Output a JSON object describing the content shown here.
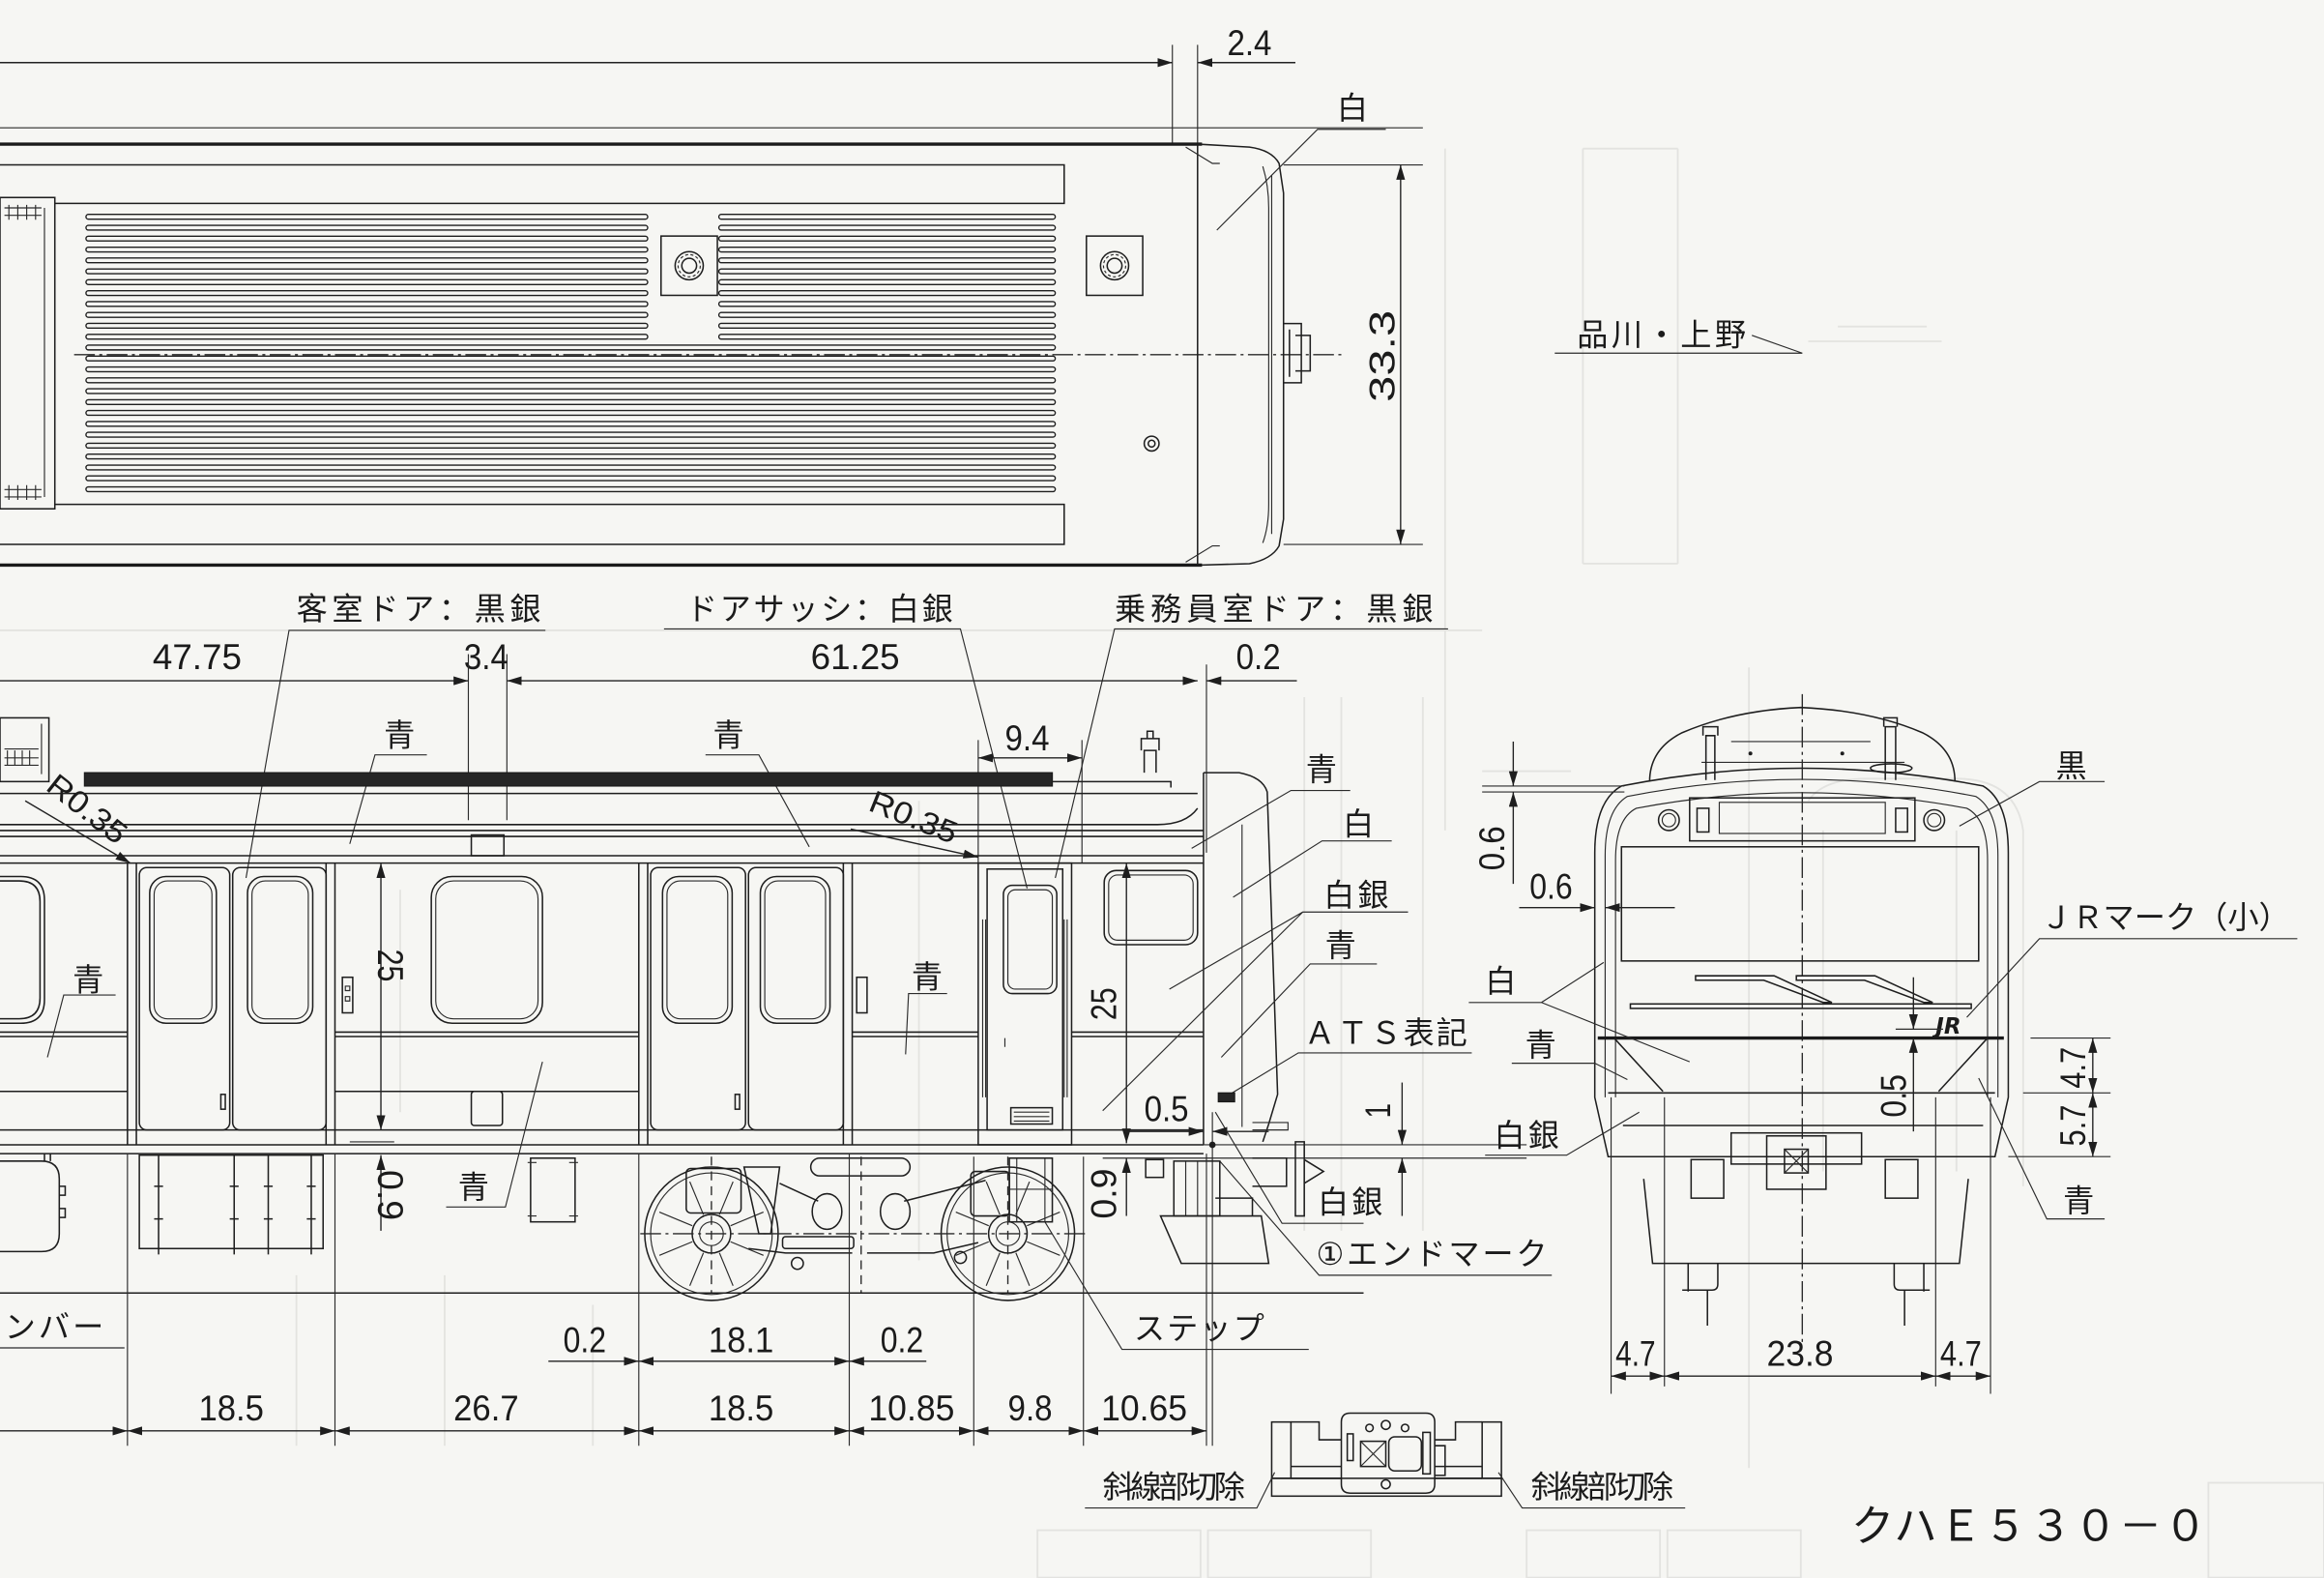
{
  "drawing": {
    "title": "クハＥ５３０－０"
  },
  "plan_view": {
    "dim_nose_step": "2.4",
    "dim_roof_width": "33.3",
    "label_nose_color": "白",
    "destination_sign": "品川・上野"
  },
  "side_view": {
    "callouts": {
      "passenger_door": "客室ドア：黒銀",
      "door_sash": "ドアサッシ：白銀",
      "crew_door": "乗務員室ドア：黒銀"
    },
    "top_dims": {
      "to_door": "47.75",
      "door_gap": "3.4",
      "to_end": "61.25",
      "end_offset": "0.2",
      "crew_door_width": "9.4"
    },
    "radius_left": "R0.35",
    "radius_right": "R0.35",
    "colors": {
      "roof_left": "青",
      "roof_mid": "青",
      "panel_left": "青",
      "panel_mid": "青",
      "underfloor": "青",
      "cab_top": "青",
      "cab_white": "白",
      "cab_silver": "白銀",
      "cab_blue": "青",
      "coupler_silver": "白銀"
    },
    "notes": {
      "ats": "ＡＴＳ表記",
      "end_mark": "①エンドマーク",
      "step": "ステップ",
      "bumper_partial": "ンバー"
    },
    "vertical_dims": {
      "body_height_left": "25",
      "underframe_left": "0.9",
      "body_height_front": "25",
      "underframe_front": "0.9",
      "coupler_offset": "0.5",
      "coupler_height": "1"
    },
    "bottom_dims_row1": [
      "0.2",
      "18.1",
      "0.2"
    ],
    "bottom_dims_row2": [
      "18.5",
      "26.7",
      "18.5",
      "10.85",
      "9.8",
      "10.65"
    ]
  },
  "front_view": {
    "dims": {
      "roof_step": "0.6",
      "side_inset": "0.6",
      "band_offset": "0.5",
      "band_upper": "4.7",
      "band_lower": "5.7",
      "width_left": "4.7",
      "width_center": "23.8",
      "width_right": "4.7"
    },
    "labels": {
      "black": "黒",
      "jr_mark": "ＪＲマーク（小）",
      "white": "白",
      "blue_left": "青",
      "silver": "白銀",
      "blue_right": "青"
    },
    "jr_logo": "JR"
  },
  "coupler_detail": {
    "cut_left": "斜線部切除",
    "cut_right": "斜線部切除"
  }
}
